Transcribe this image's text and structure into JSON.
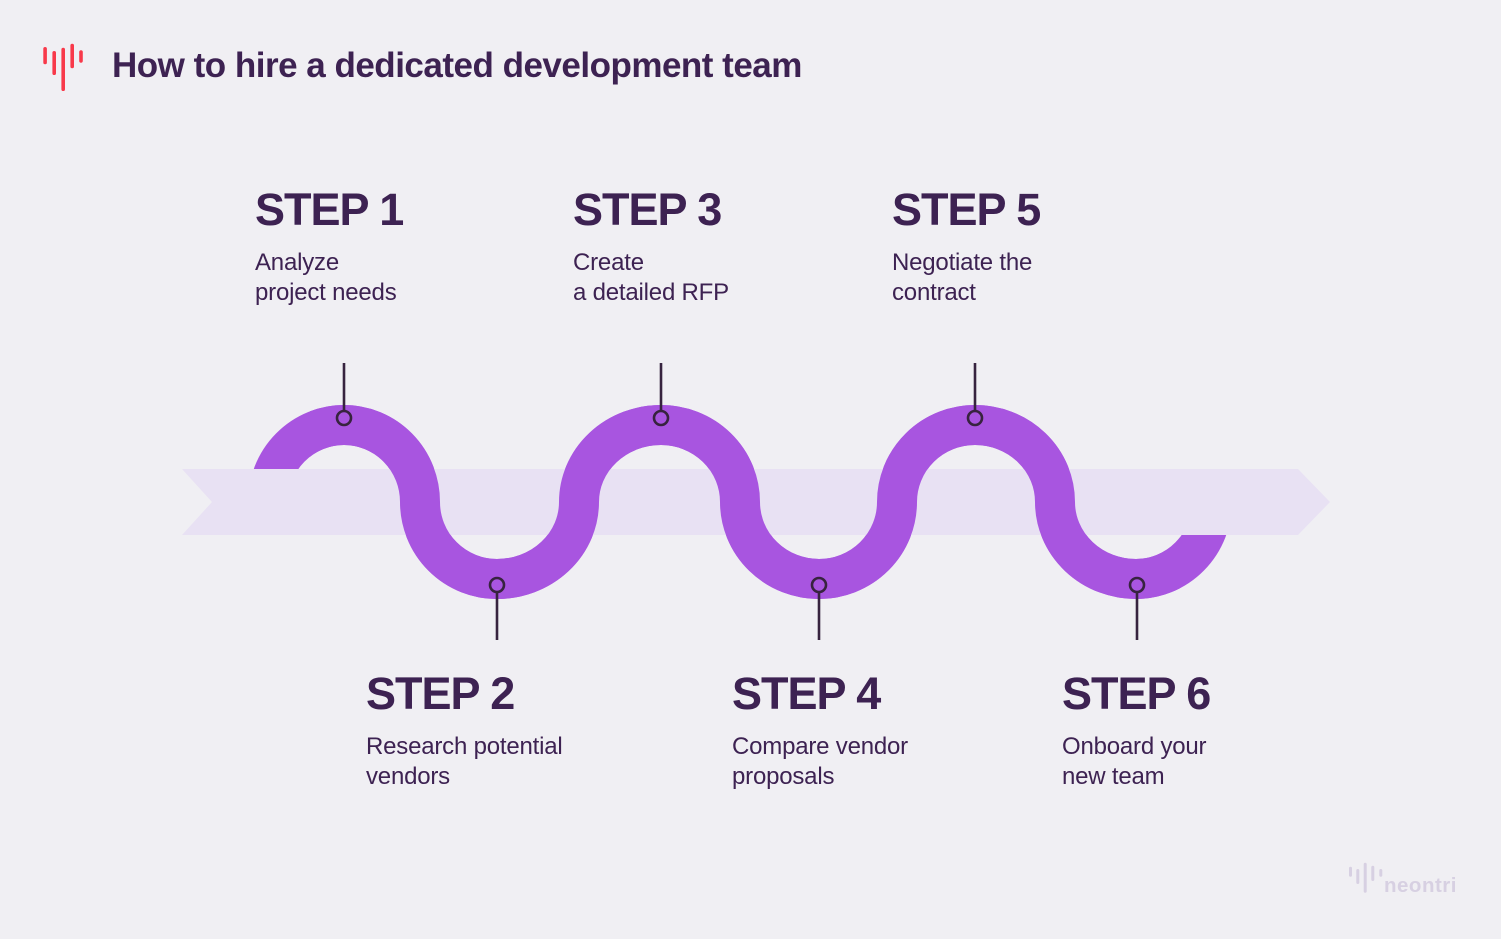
{
  "colors": {
    "background": "#f0eff3",
    "band": "#e8e1f3",
    "wave": "#a855e0",
    "connector": "#37233f",
    "text": "#3d2252",
    "logo_red": "#f8394a",
    "logo_muted": "#d7d0e2"
  },
  "header": {
    "title": "How to hire a dedicated development team"
  },
  "steps": [
    {
      "label": "STEP 1",
      "lines": [
        "Analyze",
        "project needs"
      ]
    },
    {
      "label": "STEP 2",
      "lines": [
        "Research potential",
        "vendors"
      ]
    },
    {
      "label": "STEP 3",
      "lines": [
        "Create",
        "a detailed RFP"
      ]
    },
    {
      "label": "STEP 4",
      "lines": [
        "Compare vendor",
        "proposals"
      ]
    },
    {
      "label": "STEP 5",
      "lines": [
        "Negotiate the",
        "contract"
      ]
    },
    {
      "label": "STEP 6",
      "lines": [
        "Onboard your",
        "new team"
      ]
    }
  ],
  "footer": {
    "brand": "neontri"
  }
}
